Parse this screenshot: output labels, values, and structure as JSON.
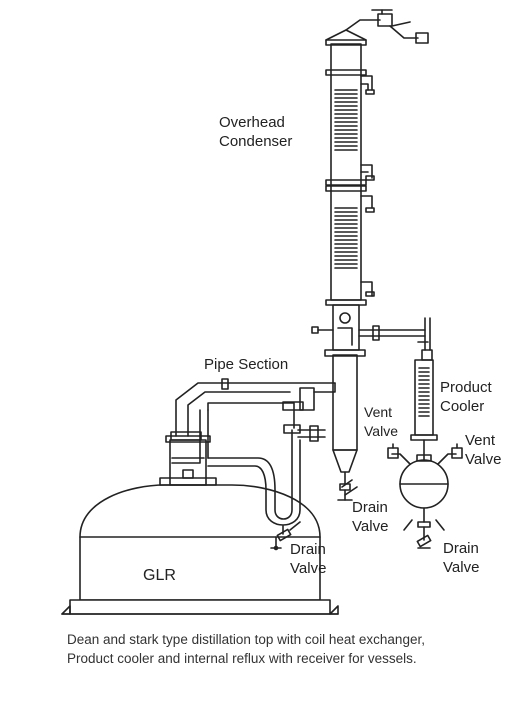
{
  "labels": {
    "overhead_condenser": [
      "Overhead",
      "Condenser"
    ],
    "pipe_section": "Pipe Section",
    "product_cooler": [
      "Product",
      "Cooler"
    ],
    "vent_valve_left": [
      "Vent",
      "Valve"
    ],
    "vent_valve_right": [
      "Vent",
      "Valve"
    ],
    "drain_valve_u_tube": [
      "Drain",
      "Valve"
    ],
    "drain_valve_column": [
      "Drain",
      "Valve"
    ],
    "drain_valve_receiver": [
      "Drain",
      "Valve"
    ],
    "glr": "GLR"
  },
  "caption": [
    "Dean and stark type distillation top with coil heat exchanger,",
    "Product cooler and internal reflux with receiver for vessels."
  ]
}
